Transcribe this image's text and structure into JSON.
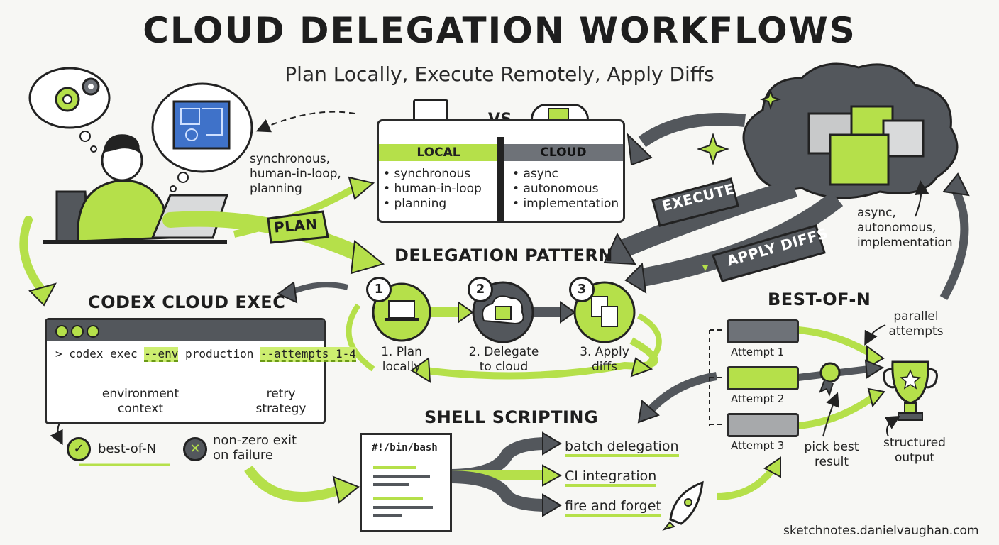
{
  "title": "CLOUD DELEGATION WORKFLOWS",
  "subtitle": "Plan Locally, Execute Remotely, Apply Diffs",
  "colors": {
    "accent": "#b5e04a",
    "dark": "#53575c",
    "ink": "#222222",
    "paper": "#f7f7f4"
  },
  "local_notes": "synchronous,\nhuman-in-loop,\nplanning",
  "cloud_notes": "async,\nautonomous,\nimplementation",
  "comparison": {
    "vs_label": "VS",
    "local": {
      "header": "LOCAL",
      "items": [
        "synchronous",
        "human-in-loop",
        "planning"
      ]
    },
    "cloud": {
      "header": "CLOUD",
      "items": [
        "async",
        "autonomous",
        "implementation"
      ]
    }
  },
  "ribbons": {
    "plan": "PLAN",
    "execute": "EXECUTE",
    "apply_diffs": "APPLY DIFFS"
  },
  "delegation_pattern": {
    "heading": "DELEGATION PATTERN",
    "steps": [
      {
        "num": "1",
        "label": "1. Plan\nlocally",
        "icon": "laptop-icon"
      },
      {
        "num": "2",
        "label": "2. Delegate\nto cloud",
        "icon": "cloud-container-icon"
      },
      {
        "num": "3",
        "label": "3. Apply\ndiffs",
        "icon": "diff-files-icon"
      }
    ]
  },
  "codex": {
    "heading": "CODEX CLOUD EXEC",
    "prompt": ">",
    "cmd_start": "codex exec ",
    "flag_env": "--env",
    "env_value": " production ",
    "flag_attempts": "--attempts 1-4",
    "note_env": "environment\ncontext",
    "note_retry": "retry\nstrategy",
    "outcomes": [
      {
        "label": "best-of-N",
        "icon": "check-icon"
      },
      {
        "label": "non-zero exit\non failure",
        "icon": "x-icon"
      }
    ]
  },
  "shell": {
    "heading": "SHELL SCRIPTING",
    "shebang": "#!/bin/bash",
    "options": [
      "batch delegation",
      "CI integration",
      "fire and forget"
    ]
  },
  "best_of_n": {
    "heading": "BEST-OF-N",
    "attempts": [
      "Attempt 1",
      "Attempt 2",
      "Attempt 3"
    ],
    "parallel_note": "parallel\nattempts",
    "pick_note": "pick best\nresult",
    "output_note": "structured\noutput"
  },
  "credit": "sketchnotes.danielvaughan.com"
}
